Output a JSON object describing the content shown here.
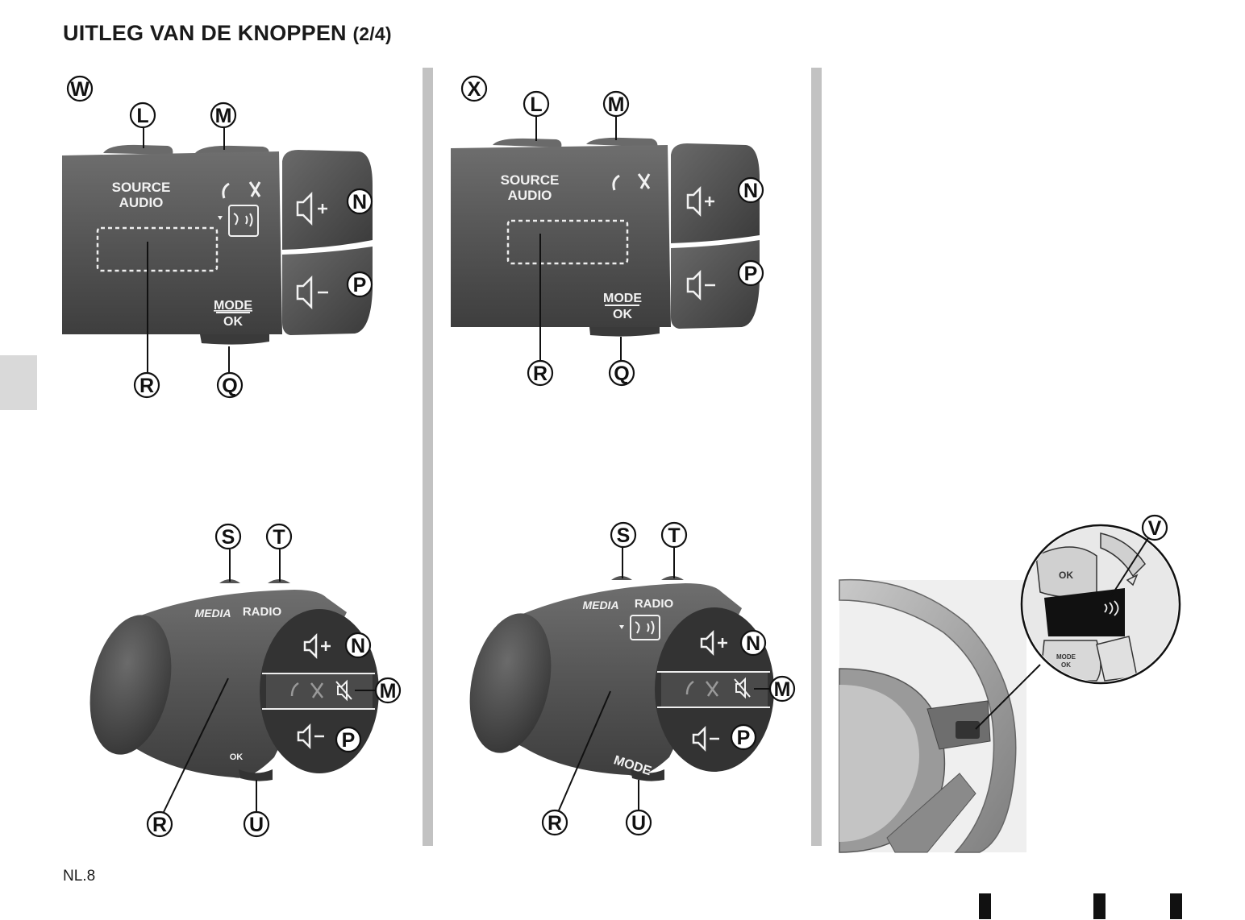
{
  "title": {
    "main": "UITLEG VAN DE KNOPPEN",
    "sub": "(2/4)"
  },
  "page_number": "NL.8",
  "figures": {
    "W": {
      "id": "W",
      "stalk_upper": {
        "labels": [
          "L",
          "M",
          "N",
          "P",
          "R",
          "Q"
        ],
        "source_line1": "SOURCE",
        "source_line2": "AUDIO",
        "mode": "MODE",
        "ok": "OK"
      },
      "stalk_lower": {
        "labels": [
          "S",
          "T",
          "N",
          "M",
          "P",
          "R",
          "U"
        ],
        "media": "MEDIA",
        "radio": "RADIO",
        "ok": "OK"
      }
    },
    "X": {
      "id": "X",
      "stalk_upper": {
        "labels": [
          "L",
          "M",
          "N",
          "P",
          "R",
          "Q"
        ],
        "source_line1": "SOURCE",
        "source_line2": "AUDIO",
        "mode": "MODE",
        "ok": "OK"
      },
      "stalk_lower": {
        "labels": [
          "S",
          "T",
          "N",
          "M",
          "P",
          "R",
          "U"
        ],
        "media": "MEDIA",
        "radio": "RADIO",
        "mode": "MODE"
      }
    },
    "steering_wheel": {
      "label": "V",
      "ok": "OK",
      "mode": "MODE",
      "ok_small": "OK"
    }
  },
  "icons": [
    "phone-icon",
    "hangup-icon",
    "voice-icon",
    "volume-up-icon",
    "volume-down-icon",
    "mute-icon"
  ]
}
